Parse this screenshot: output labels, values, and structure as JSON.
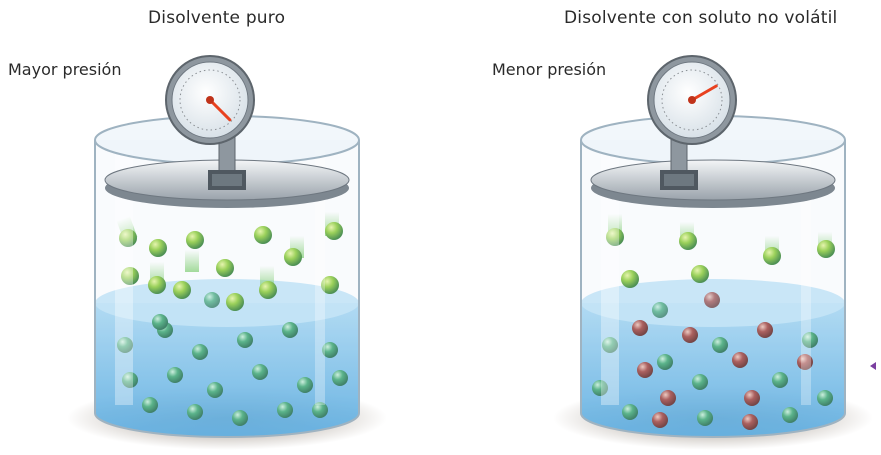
{
  "panels": [
    {
      "title": "Disolvente puro",
      "pressure_label": "Mayor presión",
      "gauge_needle_angle_deg": 135,
      "colors": {
        "solvent": "#3fa874",
        "solute": "#a0433f",
        "liquid": "#64b5e6"
      }
    },
    {
      "title": "Disolvente con soluto no volátil",
      "pressure_label": "Menor presión",
      "gauge_needle_angle_deg": 60,
      "colors": {
        "solvent": "#3fa874",
        "solute": "#a0433f",
        "liquid": "#64b5e6"
      }
    }
  ]
}
